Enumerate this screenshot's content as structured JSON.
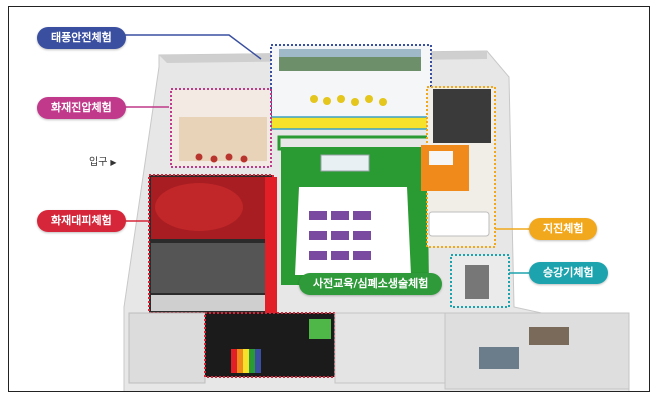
{
  "labels": {
    "typhoon": "태풍안전체험",
    "smoke": "화재진압체험",
    "evacuation": "화재대피체험",
    "entrance": "입구",
    "earthquake": "지진체험",
    "elevator": "승강기체험",
    "education": "사전교육/심폐소생술체험"
  },
  "colors": {
    "typhoon": "#3a4fa0",
    "smoke": "#c0398a",
    "evacuation": "#d6263a",
    "earthquake": "#f2a81d",
    "elevator": "#1da3ad",
    "education": "#2f9a3a"
  },
  "icons": {
    "entrance_arrow": "play-right-icon"
  }
}
